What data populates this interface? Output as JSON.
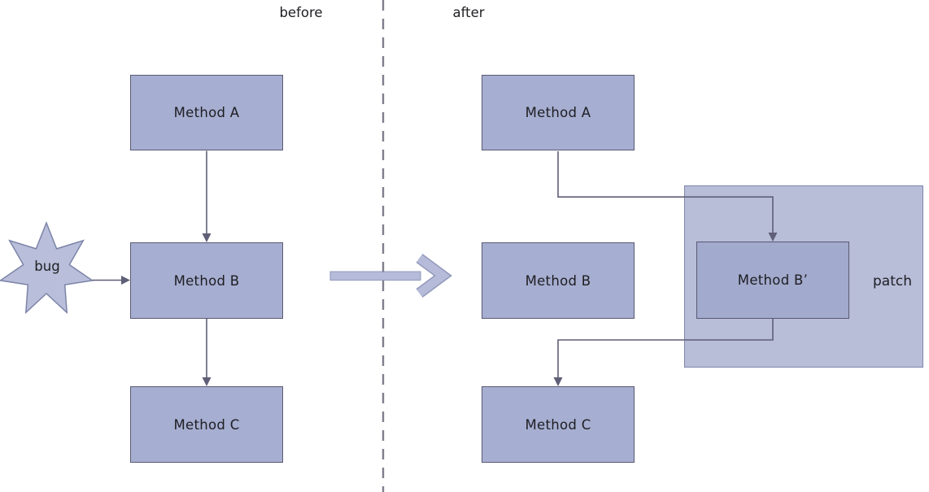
{
  "labels": {
    "before": "before",
    "after": "after",
    "bug": "bug",
    "patch": "patch"
  },
  "before_flow": {
    "method_a": "Method A",
    "method_b": "Method B",
    "method_c": "Method C"
  },
  "after_flow": {
    "method_a": "Method A",
    "method_b": "Method B",
    "method_b_prime": "Method B’",
    "method_c": "Method C"
  },
  "colors": {
    "box_fill": "#a6aed1",
    "box_border": "#5a5a73",
    "bprime_fill": "#a2aacd",
    "star_fill": "#b9bfda",
    "star_border": "#7c84a8",
    "patch_fill": "#b8bdd8",
    "patch_border": "#7e86ac",
    "connector": "#5f5f78",
    "divider": "#7e7e8c",
    "arrow_fill": "#a9b0d3",
    "arrow_border": "#7d85ad",
    "text": "#1e1e22"
  }
}
